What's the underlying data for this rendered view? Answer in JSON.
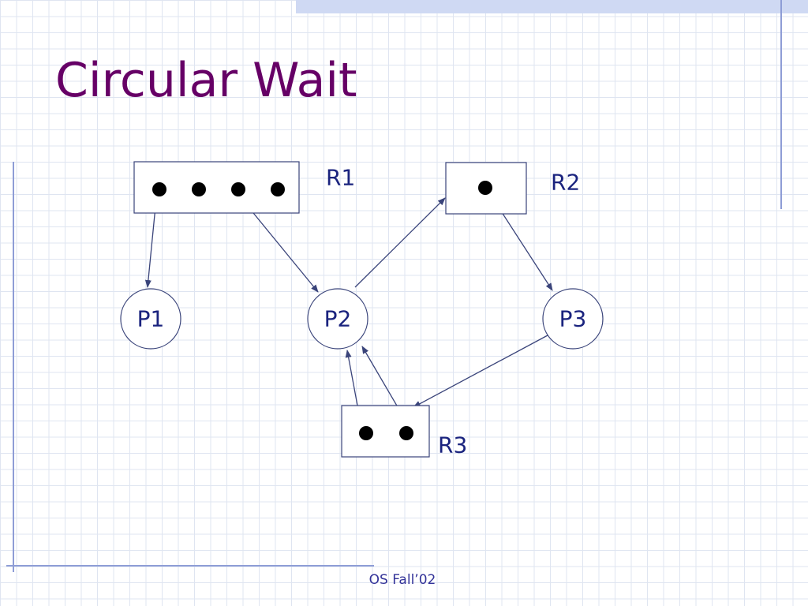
{
  "slide": {
    "title": "Circular Wait",
    "footer": "OS Fall’02"
  },
  "colors": {
    "title": "#660066",
    "accent_bar": "#cfd9f3",
    "rules": "#8e9dd6",
    "grid": "#dfe5f1",
    "lines": "#3a447a",
    "labels": "#1a237e"
  },
  "diagram": {
    "processes": [
      {
        "id": "P1",
        "label": "P1"
      },
      {
        "id": "P2",
        "label": "P2"
      },
      {
        "id": "P3",
        "label": "P3"
      }
    ],
    "resources": [
      {
        "id": "R1",
        "label": "R1",
        "instances": 4
      },
      {
        "id": "R2",
        "label": "R2",
        "instances": 1
      },
      {
        "id": "R3",
        "label": "R3",
        "instances": 2
      }
    ],
    "edges": [
      {
        "from": "R1",
        "instance": 1,
        "to": "P1",
        "kind": "assignment"
      },
      {
        "from": "R1",
        "instance": 3,
        "to": "P2",
        "kind": "assignment"
      },
      {
        "from": "P2",
        "to": "R2",
        "kind": "request"
      },
      {
        "from": "R2",
        "instance": 1,
        "to": "P3",
        "kind": "assignment"
      },
      {
        "from": "P3",
        "to": "R3",
        "kind": "request"
      },
      {
        "from": "R3",
        "instance": 1,
        "to": "P2",
        "kind": "assignment"
      },
      {
        "from": "R3",
        "instance": 2,
        "to": "P2",
        "kind": "assignment"
      }
    ]
  }
}
